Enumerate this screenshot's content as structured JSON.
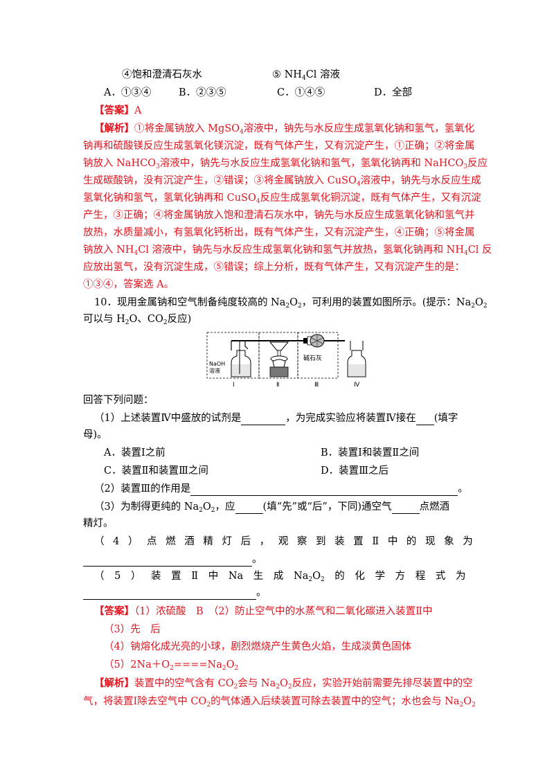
{
  "q9": {
    "item4": "④饱和澄清石灰水",
    "item5_pre": "⑤ NH",
    "item5_sub": "4",
    "item5_post": "Cl 溶液",
    "optA": "A．①③④",
    "optB": "B．②③⑤",
    "optC": "C．①④⑤",
    "optD": "D．全部",
    "answer_tag": "【答案】",
    "answer": "A",
    "analysis_tag": "【解析】",
    "an1": "①将金属钠放入 MgSO",
    "an1s": "4",
    "an1b": "溶液中，钠先与水反应生成氢氧化钠和氢气，氢氧化",
    "an2": "钠再和硫酸镁反应生成氢氧化镁沉淀，既有气体产生，又有沉淀产生，①正确；②将金属",
    "an3a": "钠放入 NaHCO",
    "an3s": "3",
    "an3b": "溶液中，钠先与水反应生成氢氧化钠和氢气，氢氧化钠再和 NaHCO",
    "an3s2": "3",
    "an3c": "反应",
    "an4a": "生成碳酸钠，没有沉淀产生，②错误；③将金属钠放入 CuSO",
    "an4s": "4",
    "an4b": "溶液中，钠先与水反应生成",
    "an5a": "氢氧化钠和氢气，氢氧化钠再和 CuSO",
    "an5s": "4",
    "an5b": "反应生成氢氧化铜沉淀，既有气体产生，又有沉淀",
    "an6": "产生，③正确；④将金属钠放入饱和澄清石灰水中，钠先与水反应生成氢氧化钠和氢气并",
    "an7": "放热，水质量减小，有氢氧化钙析出，既有气体产生，又有沉淀产生，④正确；⑤将金属",
    "an8a": "钠放入 NH",
    "an8s": "4",
    "an8b": "Cl 溶液中，钠先与水反应生成氢氧化钠和氢气并放热，氢氧化钠再和 NH",
    "an8s2": "4",
    "an8c": "Cl 反",
    "an9": "应放出氢气，没有沉淀生成，⑤错误；综上分析，既有气体产生，又有沉淀产生的是：",
    "an10": "①③④，答案选 A。"
  },
  "q10": {
    "stem1a": "10．现用金属钠和空气制备纯度较高的 Na",
    "stem1s": "2",
    "stem1b": "O",
    "stem1s2": "2",
    "stem1c": "，可利用的装置如图所示。(提示：Na",
    "stem1s3": "2",
    "stem1d": "O",
    "stem1s4": "2",
    "stem2a": "可以与 H",
    "stem2s": "2",
    "stem2b": "O、CO",
    "stem2s2": "2",
    "stem2c": "反应)",
    "figure": {
      "naoh": "NaOH",
      "naoh2": "溶液",
      "soda_lime": "碱石灰",
      "label1": "Ⅰ",
      "label2": "Ⅱ",
      "label3": "Ⅲ",
      "label4": "Ⅳ"
    },
    "prompt": "回答下列问题：",
    "p1a": "（1）上述装置Ⅳ中盛放的试剂是",
    "p1b": "，为完成实验应将装置Ⅳ接在",
    "p1c": "(填字",
    "p1d": "母)。",
    "oA": "A．装置Ⅰ之前",
    "oB": "B．装置Ⅰ和装置Ⅱ之间",
    "oC": "C．装置Ⅱ和装置Ⅲ之间",
    "oD": "D．装置Ⅲ之后",
    "p2a": "（2）装置Ⅲ的作用是",
    "p2b": "。",
    "p3a": "（3）为制得更纯的 Na",
    "p3s": "2",
    "p3b": "O",
    "p3s2": "2",
    "p3c": "，应",
    "p3d": "(填“先”或“后”，下同)通空气",
    "p3e": "点燃酒",
    "p3f": "精灯。",
    "p4": "（ 4 ） 点 燃 酒 精 灯 后 ， 观 察 到 装 置 Ⅱ 中 的 现 象 为",
    "p4end": "。",
    "p5a": "（ 5 ） 装 置 Ⅱ 中 Na 生 成 Na",
    "p5s": "2",
    "p5b": "O",
    "p5s2": "2",
    "p5c": " 的 化 学 方 程 式 为",
    "p5end": "。",
    "ans_tag": "【答案】",
    "ans1": "（1）浓硫酸　B　（2）防止空气中的水蒸气和二氧化碳进入装置Ⅱ中",
    "ans3": "（3）先　后",
    "ans4": "（4）钠熔化成光亮的小球，剧烈燃烧产生黄色火焰，生成淡黄色固体",
    "ans5a": "（5）2Na＋O",
    "ans5s": "2",
    "ans5b": "====Na",
    "ans5s2": "2",
    "ans5c": "O",
    "ans5s3": "2",
    "an_tag": "【解析】",
    "e1a": "装置中的空气含有 CO",
    "e1s": "2",
    "e1b": "会与 Na",
    "e1s2": "2",
    "e1c": "O",
    "e1s3": "2",
    "e1d": "反应，实验开始前需要先排尽装置中的空",
    "e2a": "气，将装置Ⅰ除去空气中 CO",
    "e2s": "2",
    "e2b": "的气体通入后续装置可除去装置中的空气；水也会与 Na",
    "e2s2": "2",
    "e2c": "O",
    "e2s3": "2"
  }
}
